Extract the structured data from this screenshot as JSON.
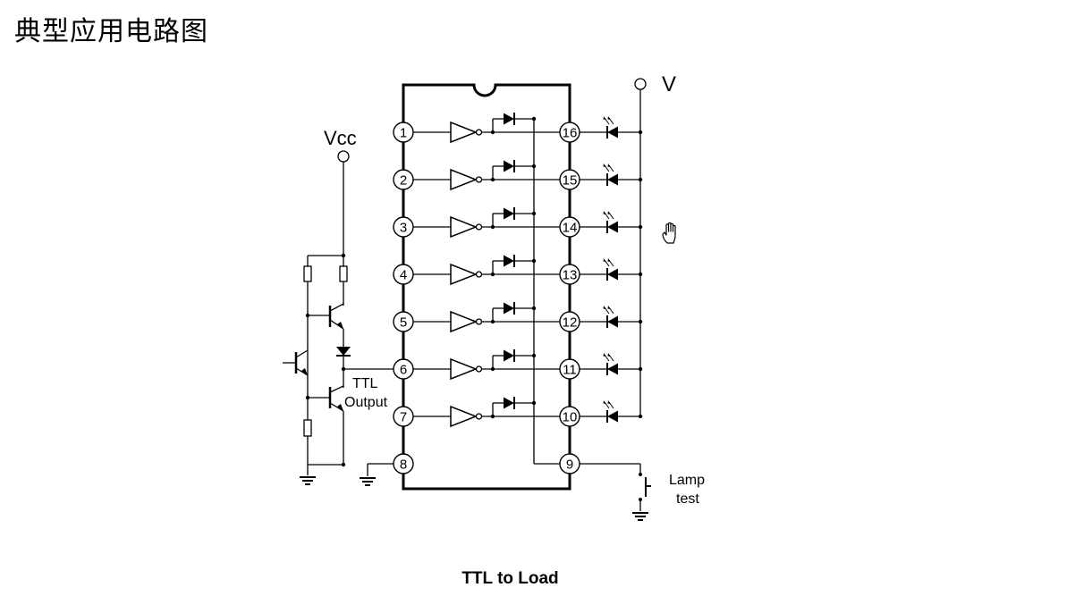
{
  "page": {
    "title": "典型应用电路图"
  },
  "diagram": {
    "caption": "TTL to Load",
    "labels": {
      "vcc": "Vcc",
      "supply": "V",
      "ttl_output_line1": "TTL",
      "ttl_output_line2": "Output",
      "lamp_test_line1": "Lamp",
      "lamp_test_line2": "test"
    },
    "left_pins": [
      "1",
      "2",
      "3",
      "4",
      "5",
      "6",
      "7",
      "8"
    ],
    "right_pins": [
      "16",
      "15",
      "14",
      "13",
      "12",
      "11",
      "10",
      "9"
    ]
  },
  "icons": {
    "cursor": "hand-pointer-icon"
  }
}
